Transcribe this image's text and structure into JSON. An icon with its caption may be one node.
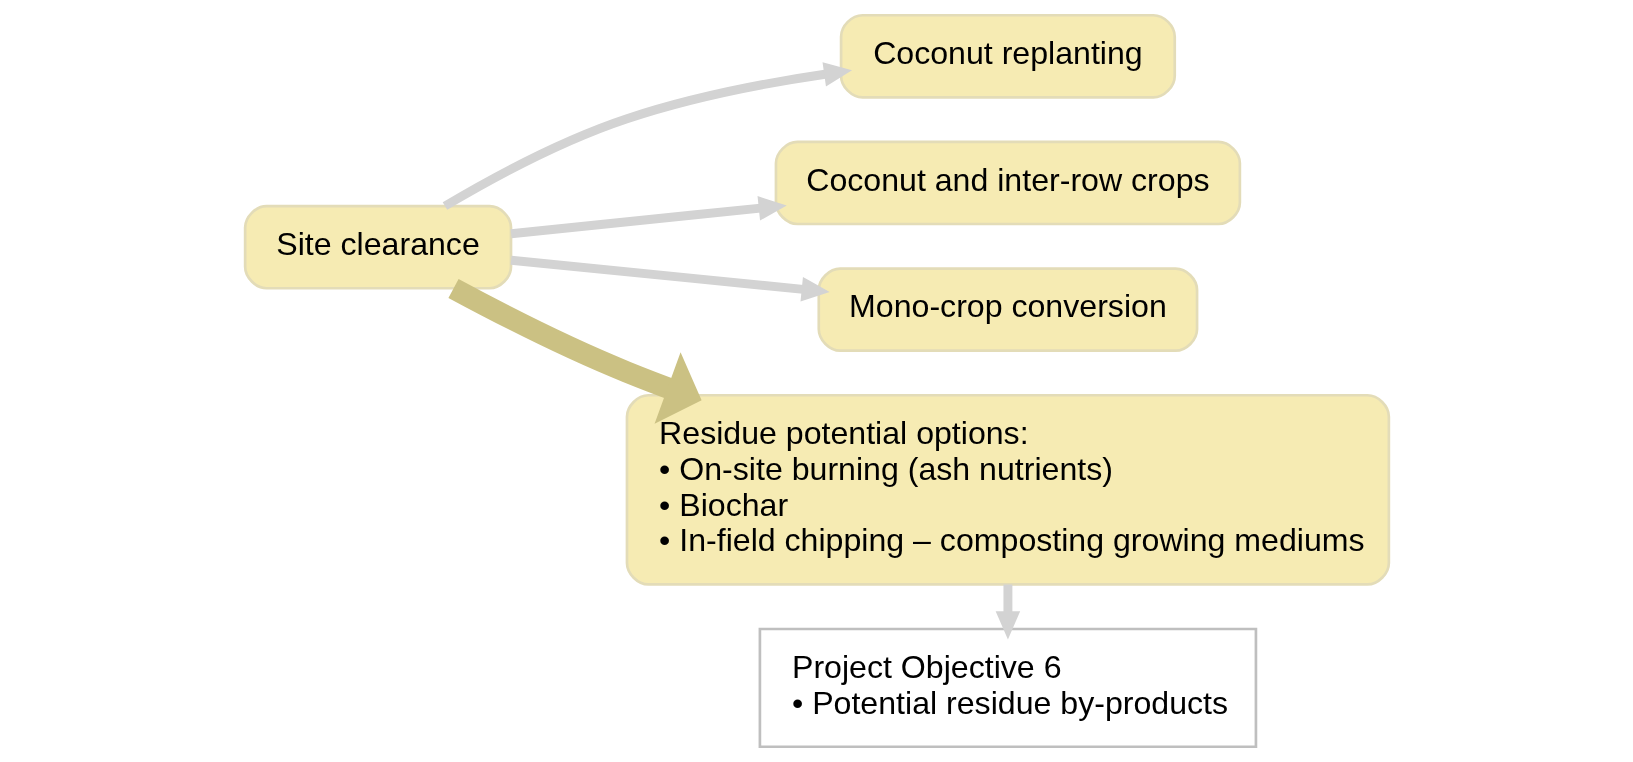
{
  "diagram": {
    "nodes": [
      {
        "text": [
          "Site clearance"
        ]
      },
      {
        "text": [
          "Coconut replanting"
        ]
      },
      {
        "text": [
          "Coconut and inter-row crops"
        ]
      },
      {
        "text": [
          "Mono-crop conversion"
        ]
      },
      {
        "text": [
          "Residue potential options:",
          "• On-site burning (ash nutrients)",
          "• Biochar",
          "• In-field chipping – composting growing mediums"
        ]
      },
      {
        "text": [
          "Project Objective 6",
          "• Potential residue by-products"
        ]
      }
    ],
    "edges": [
      {
        "from": 0,
        "to": 1,
        "arrow": "to"
      },
      {
        "from": 0,
        "to": 2,
        "arrow": "to"
      },
      {
        "from": 0,
        "to": 3,
        "arrow": "to"
      },
      {
        "from": 0,
        "to": 4,
        "arrow": "to",
        "style": "thick",
        "color": "#cbc183"
      },
      {
        "from": 4,
        "to": 5,
        "arrow": "to"
      }
    ]
  }
}
